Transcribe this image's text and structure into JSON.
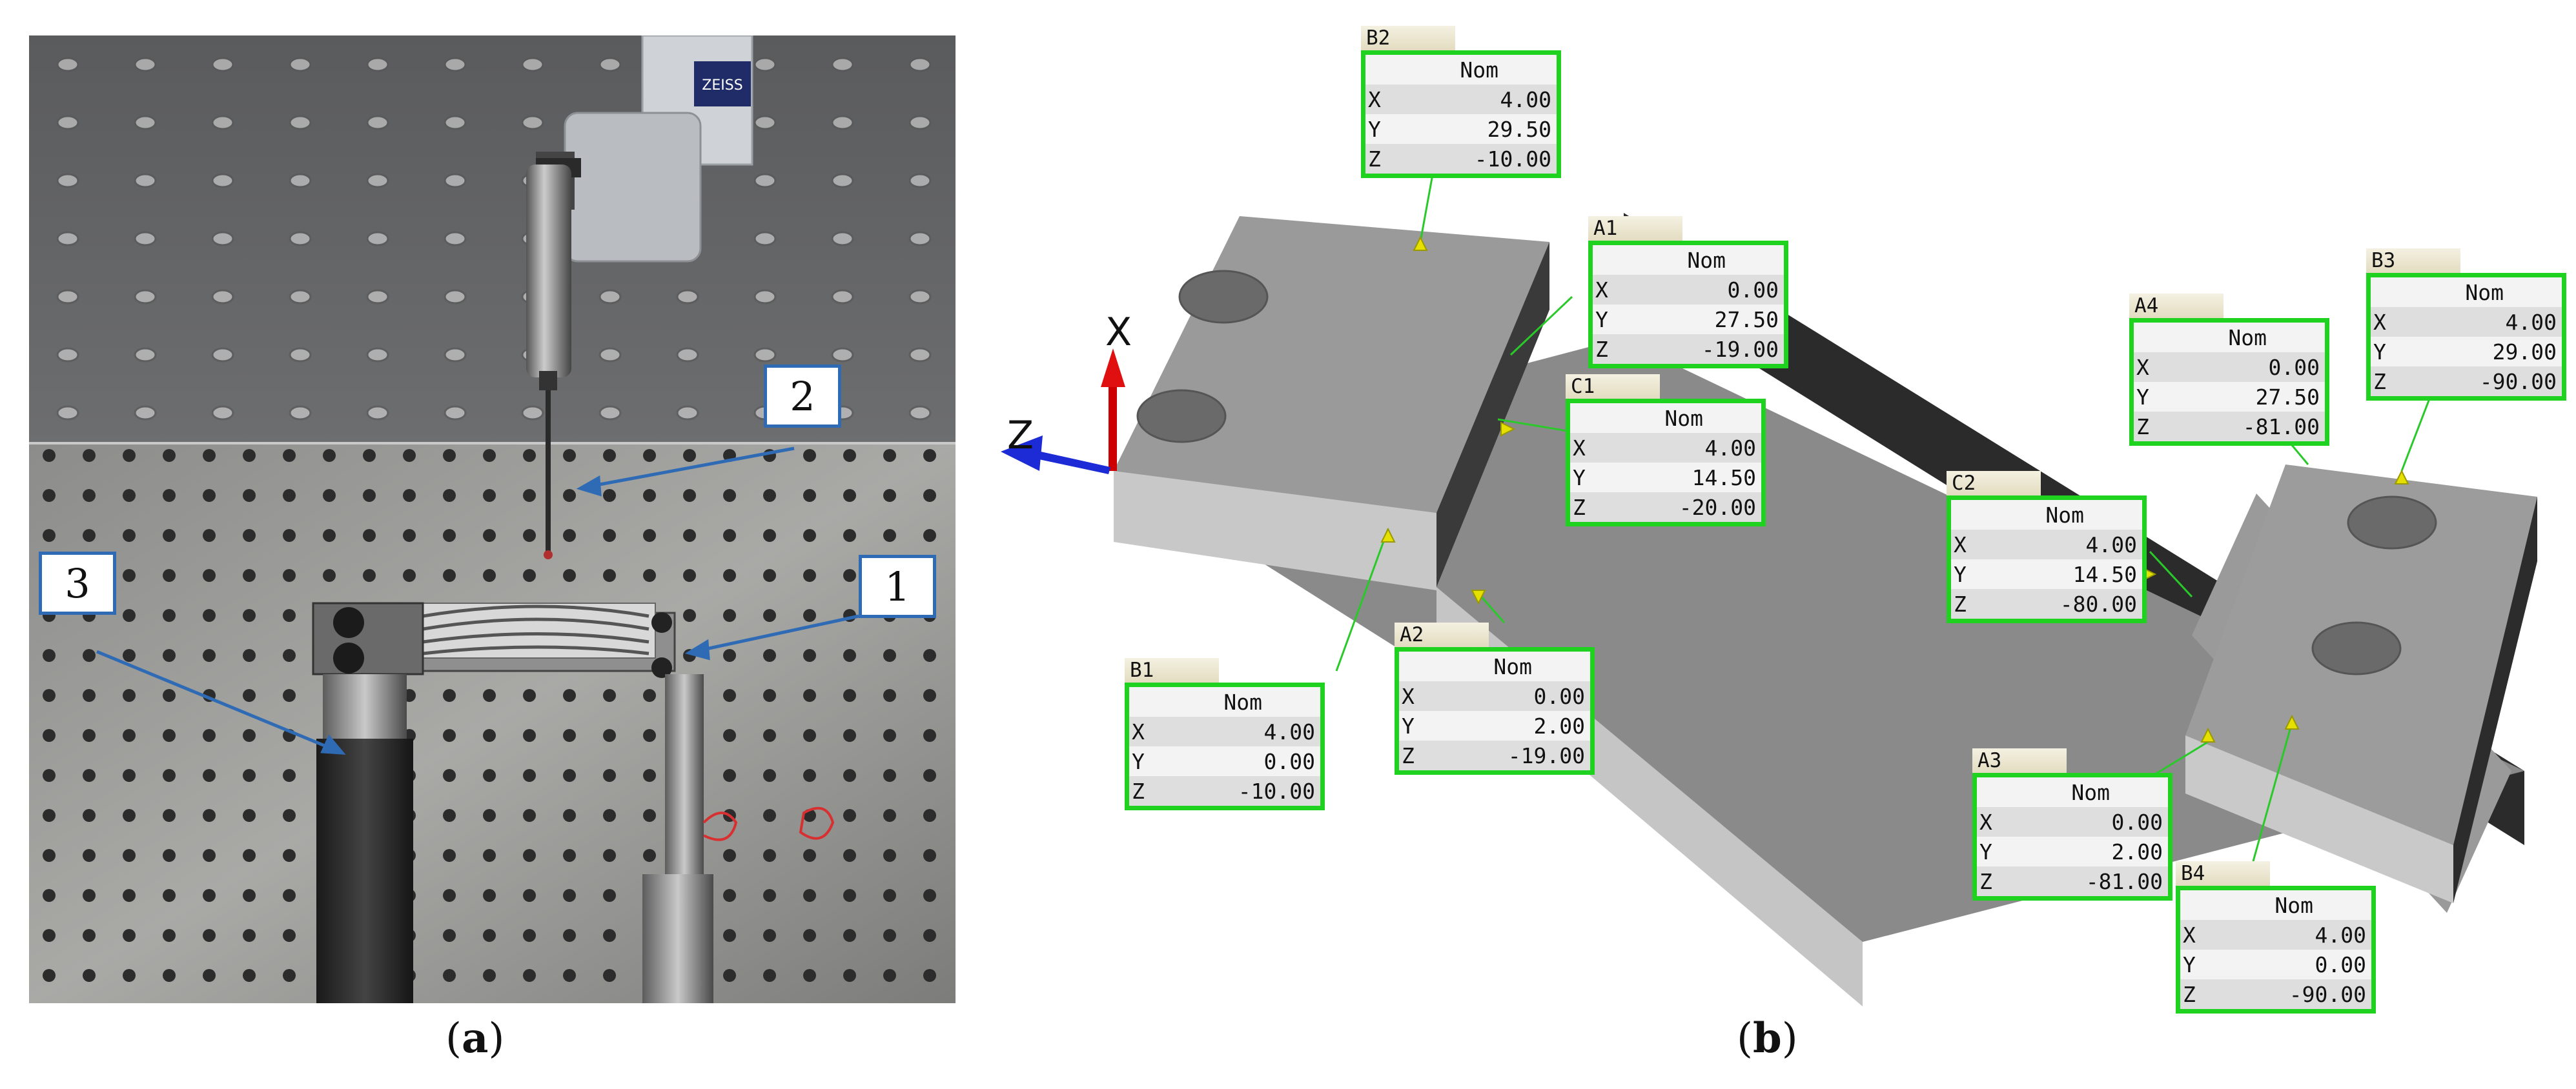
{
  "panel_a": {
    "caption": "a",
    "camera_label": "ZEISS",
    "callouts": [
      "1",
      "2",
      "3"
    ]
  },
  "panel_b": {
    "caption": "b",
    "axes": {
      "x": "X",
      "z": "Z"
    },
    "points": [
      {
        "id": "B2",
        "header": "Nom",
        "x": "4.00",
        "y": "29.50",
        "z": "-10.00"
      },
      {
        "id": "A1",
        "header": "Nom",
        "x": "0.00",
        "y": "27.50",
        "z": "-19.00"
      },
      {
        "id": "C1",
        "header": "Nom",
        "x": "4.00",
        "y": "14.50",
        "z": "-20.00"
      },
      {
        "id": "A4",
        "header": "Nom",
        "x": "0.00",
        "y": "27.50",
        "z": "-81.00"
      },
      {
        "id": "B3",
        "header": "Nom",
        "x": "4.00",
        "y": "29.00",
        "z": "-90.00"
      },
      {
        "id": "C2",
        "header": "Nom",
        "x": "4.00",
        "y": "14.50",
        "z": "-80.00"
      },
      {
        "id": "B1",
        "header": "Nom",
        "x": "4.00",
        "y": "0.00",
        "z": "-10.00"
      },
      {
        "id": "A2",
        "header": "Nom",
        "x": "0.00",
        "y": "2.00",
        "z": "-19.00"
      },
      {
        "id": "A3",
        "header": "Nom",
        "x": "0.00",
        "y": "2.00",
        "z": "-81.00"
      },
      {
        "id": "B4",
        "header": "Nom",
        "x": "4.00",
        "y": "0.00",
        "z": "-90.00"
      }
    ],
    "row_labels": [
      "X",
      "Y",
      "Z"
    ]
  },
  "colors": {
    "callout_blue": "#2f6bb5",
    "box_green": "#1fd21f",
    "axis_red": "#e01010",
    "axis_blue": "#1c2bd6"
  }
}
